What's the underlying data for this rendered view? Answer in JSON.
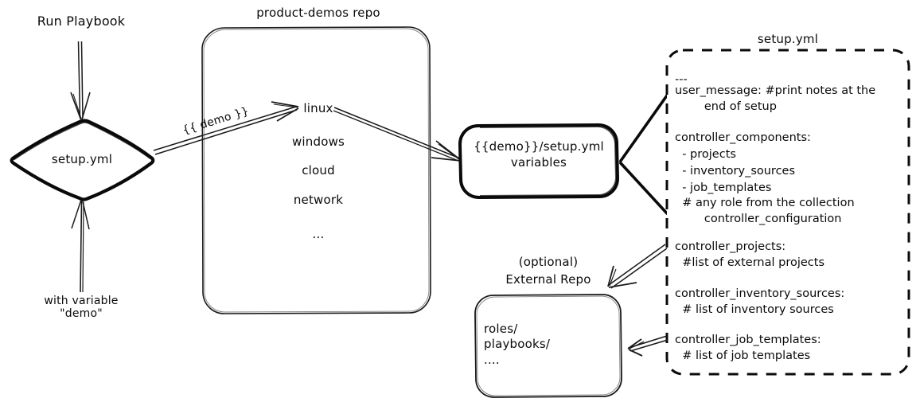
{
  "diagram": {
    "title_top_left": "Run Playbook",
    "bottom_left_note": "with variable\n\"demo\"",
    "start_node": {
      "label": "setup.yml"
    },
    "repo": {
      "title": "product-demos repo",
      "items": [
        "linux",
        "windows",
        "cloud",
        "network",
        "..."
      ]
    },
    "edges": {
      "demo_var": "{{ demo }}"
    },
    "variables_node": {
      "line1": "{{demo}}/setup.yml",
      "line2": "variables"
    },
    "external_repo": {
      "title_line1": "(optional)",
      "title_line2": "External Repo",
      "items": [
        "roles/",
        "playbooks/",
        "...."
      ]
    },
    "setup_panel": {
      "title": "setup.yml",
      "lines": [
        "---",
        "user_message: #print notes at the",
        "        end of setup",
        "",
        "controller_components:",
        "  - projects",
        "  - inventory_sources",
        "  - job_templates",
        "  # any role from the collection",
        "        controller_configuration",
        "",
        "controller_projects:",
        "  #list of external projects",
        "",
        "controller_inventory_sources:",
        "  # list of inventory sources",
        "",
        "controller_job_templates:",
        "  # list of job templates"
      ]
    },
    "colors": {
      "ink": "#0a0a0a",
      "thin_ink": "#1a1a1a",
      "background": "#ffffff"
    }
  }
}
